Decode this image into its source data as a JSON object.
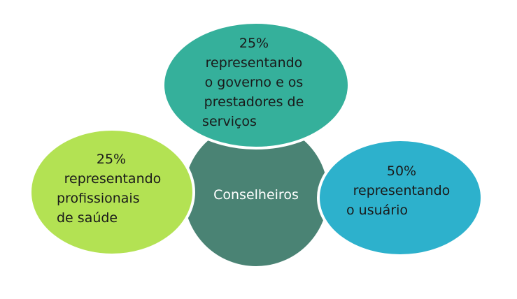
{
  "diagram": {
    "center": {
      "label": "Conselheiros",
      "color": "#4a8374"
    },
    "nodes": [
      {
        "id": "governo",
        "lines": [
          "25%",
          "representando",
          "o governo e os",
          "prestadores de",
          "serviços"
        ],
        "color": "#35b09b"
      },
      {
        "id": "profissionais",
        "lines": [
          "25%",
          "representando",
          "profissionais",
          "de saúde"
        ],
        "color": "#b3e253"
      },
      {
        "id": "usuario",
        "lines": [
          "50%",
          "representando",
          "o usuário"
        ],
        "color": "#2db1cc"
      }
    ],
    "outline_color": "#ffffff"
  }
}
